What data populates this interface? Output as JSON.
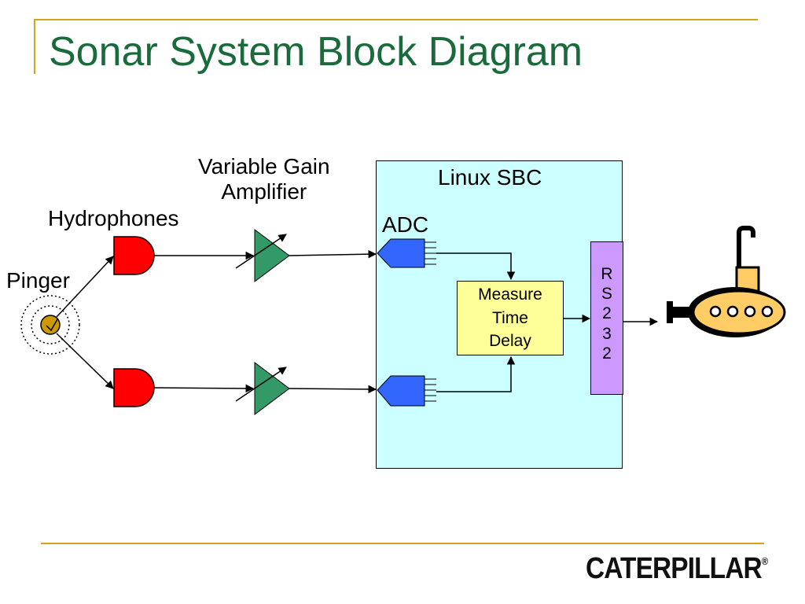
{
  "slide": {
    "title": "Sonar System Block Diagram"
  },
  "labels": {
    "pinger": "Pinger",
    "hydrophones": "Hydrophones",
    "vga": "Variable Gain\nAmplifier",
    "adc": "ADC",
    "sbc": "Linux SBC",
    "measure": "Measure\nTime\nDelay",
    "rs232": "R\nS\n2\n3\n2"
  },
  "logo": {
    "text": "CATERPILLAR",
    "mark": "®"
  },
  "colors": {
    "title": "#1a6b3c",
    "frame": "#d4a41c",
    "hydrophone": "#ff0000",
    "amplifier": "#339966",
    "adc": "#3366ff",
    "sbc_fill": "#ccffff",
    "measure_fill": "#ffff99",
    "rs232_fill": "#cc99ff",
    "submarine_body": "#ffcc66",
    "pinger_fill": "#cc9900"
  },
  "icons": [
    "pinger-icon",
    "hydrophone-icon",
    "amplifier-icon",
    "adc-icon",
    "submarine-icon"
  ]
}
